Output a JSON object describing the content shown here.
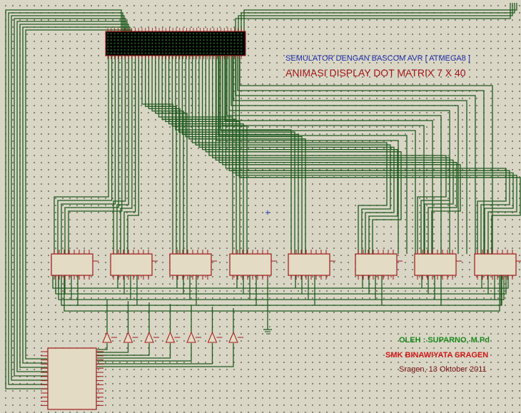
{
  "captions": {
    "simulator": "SEMULATOR DENGAN BASCOM AVR [ ATMEGA8 ]",
    "animation": "ANIMASI DISPLAY DOT MATRIX 7 X 40",
    "author": "OLEH : SUPARNO, M.Pd",
    "school": "SMK BINAWIYATA SRAGEN",
    "date": "Sragen, 13 Oktober 2011"
  },
  "components": {
    "dot_matrix": {
      "rows": 7,
      "columns": 40
    },
    "shift_register_count": 8,
    "row_driver_count": 7,
    "microcontroller": "ATMEGA8"
  },
  "colors": {
    "wire": "#1e5a1e",
    "component_fill": "#e3dbc4",
    "component_border": "#a01818",
    "pin": "#a01818",
    "matrix_fill": "#000000",
    "matrix_led_off": "#1f4a1f",
    "background": "#d9d6c6",
    "grid_dot": "#6f6a5c"
  }
}
